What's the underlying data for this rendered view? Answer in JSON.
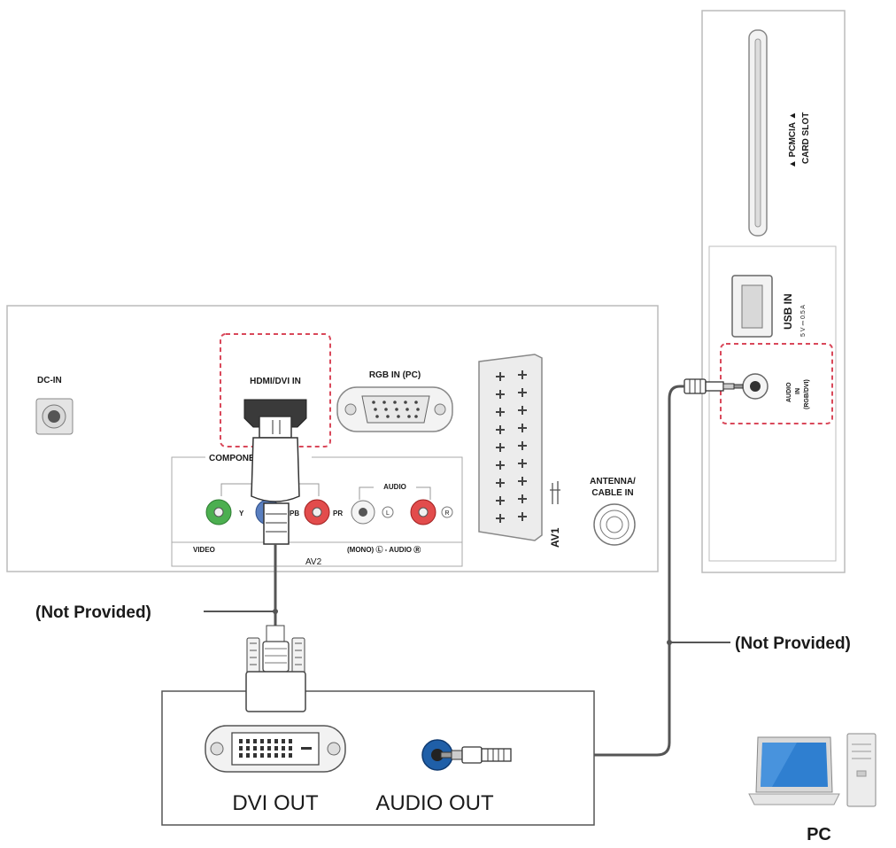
{
  "tv_back_panel": {
    "dc_in": "DC-IN",
    "hdmi_dvi_in": "HDMI/DVI IN",
    "rgb_in_pc": "RGB IN (PC)",
    "component": "COMPONENT IN",
    "y": "Y",
    "pb": "PB",
    "pr": "PR",
    "audio": "AUDIO",
    "l": "L",
    "r": "R",
    "video": "VIDEO",
    "mono_audio": "(MONO) Ⓛ - AUDIO Ⓡ",
    "av2": "AV2",
    "av1": "AV1",
    "antenna": "ANTENNA/",
    "cable_in": "CABLE IN"
  },
  "side_panel": {
    "pcmcia": "▲ PCMCIA ▲",
    "card_slot": "CARD SLOT",
    "usb_in": "USB IN",
    "usb_rating": "5 V ⎓ 0.5 A",
    "audio_in_1": "AUDIO",
    "audio_in_2": "IN",
    "audio_in_3": "(RGB/DVI)"
  },
  "cables": {
    "left_cable": "(Not Provided)",
    "right_cable": "(Not Provided)"
  },
  "pc_box": {
    "dvi_out": "DVI OUT",
    "audio_out": "AUDIO OUT"
  },
  "pc_label": "PC",
  "colors": {
    "highlight": "#d9485a",
    "y_jack": "#4caf50",
    "pr_jack": "#e24c4c",
    "pb_jack": "#5a7fc0",
    "audio_out_jack": "#1f5fa8",
    "laptop_screen": "#2f7fd0"
  }
}
